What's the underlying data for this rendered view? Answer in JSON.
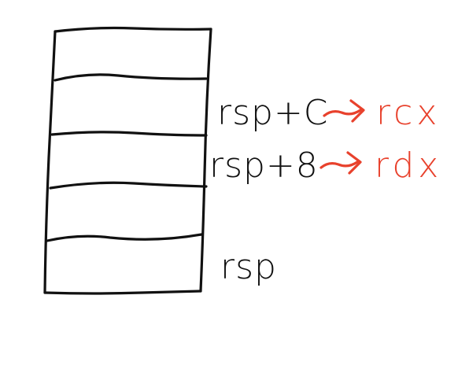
{
  "diagram": {
    "labels": {
      "rsp_plus_c": "rsp+C",
      "rsp_plus_8": "rsp+8",
      "rsp": "rsp",
      "rcx": "rcx",
      "rdx": "rdx"
    },
    "colors": {
      "ink": "#111111",
      "accent": "#e8412c",
      "background": "#ffffff"
    }
  }
}
